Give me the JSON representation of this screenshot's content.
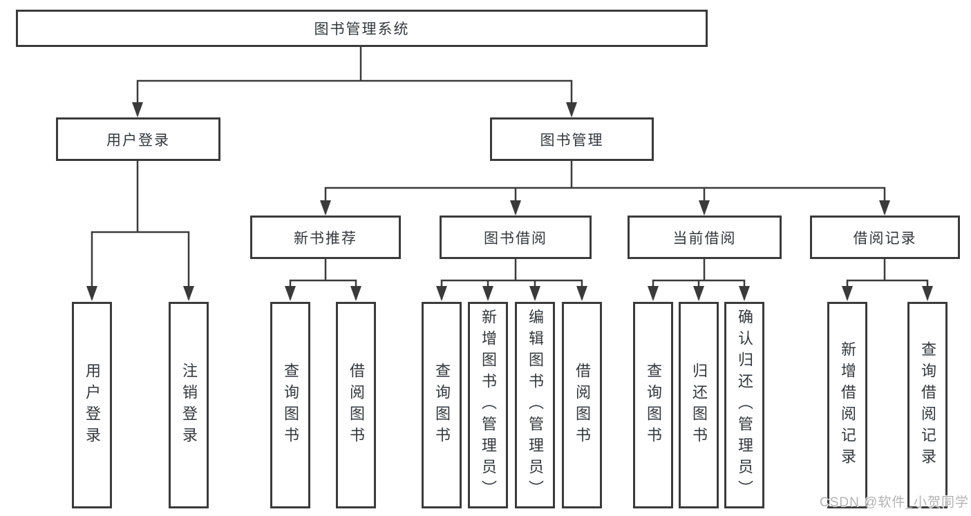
{
  "tree": {
    "root": "图书管理系统",
    "user_login": "用户登录",
    "book_mgmt": "图书管理",
    "new_book_rec": "新书推荐",
    "book_borrow": "图书借阅",
    "current_borrow": "当前借阅",
    "borrow_records": "借阅记录",
    "leaf_user_login": "用户登录",
    "leaf_logout": "注销登录",
    "leaf_nb_query": "查询图书",
    "leaf_nb_borrow": "借阅图书",
    "leaf_bb_query": "查询图书",
    "leaf_bb_add": "新增图书（管理员）",
    "leaf_bb_edit": "编辑图书（管理员）",
    "leaf_bb_borrow": "借阅图书",
    "leaf_cb_query": "查询图书",
    "leaf_cb_return": "归还图书",
    "leaf_cb_confirm": "确认归还（管理员）",
    "leaf_br_add": "新增借阅记录",
    "leaf_br_query": "查询借阅记录"
  },
  "watermark": "CSDN @软件_小贺同学",
  "colors": {
    "line": "#3a3a3a",
    "text": "#33373c",
    "box_background": "#ffffff",
    "watermark": "#b2b2b2"
  }
}
